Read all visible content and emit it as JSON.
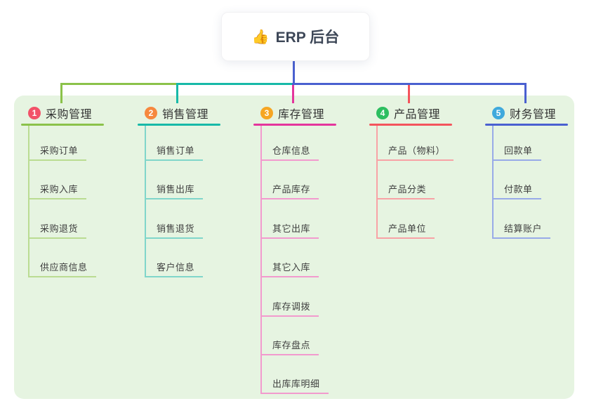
{
  "root": {
    "icon": "👍",
    "label": "ERP 后台"
  },
  "panel": {
    "background": "#e6f4e1"
  },
  "connector": {
    "root_line_color": "#4a60d0",
    "bus_segments": [
      {
        "name": "left",
        "color": "#8bc24a"
      },
      {
        "name": "middle",
        "color": "#17b9a8"
      },
      {
        "name": "right",
        "color": "#4a60d0"
      }
    ]
  },
  "branches": [
    {
      "number": "1",
      "title": "采购管理",
      "badge_color": "#f25268",
      "line_color": "#8bc24a",
      "child_line_color": "#badc92",
      "children": [
        "采购订单",
        "采购入库",
        "采购退货",
        "供应商信息"
      ]
    },
    {
      "number": "2",
      "title": "销售管理",
      "badge_color": "#f6883e",
      "line_color": "#17b9a8",
      "child_line_color": "#80d6ca",
      "children": [
        "销售订单",
        "销售出库",
        "销售退货",
        "客户信息"
      ]
    },
    {
      "number": "3",
      "title": "库存管理",
      "badge_color": "#f6a623",
      "line_color": "#e4359c",
      "child_line_color": "#f29ace",
      "children": [
        "仓库信息",
        "产品库存",
        "其它出库",
        "其它入库",
        "库存调拨",
        "库存盘点",
        "出库库明细"
      ]
    },
    {
      "number": "4",
      "title": "产品管理",
      "badge_color": "#2dbe60",
      "line_color": "#f4545c",
      "child_line_color": "#f8a2a6",
      "children": [
        "产品（物料）",
        "产品分类",
        "产品单位"
      ]
    },
    {
      "number": "5",
      "title": "财务管理",
      "badge_color": "#3fa9dc",
      "line_color": "#4a60d0",
      "child_line_color": "#98aae8",
      "children": [
        "回款单",
        "付款单",
        "结算账户"
      ]
    }
  ]
}
